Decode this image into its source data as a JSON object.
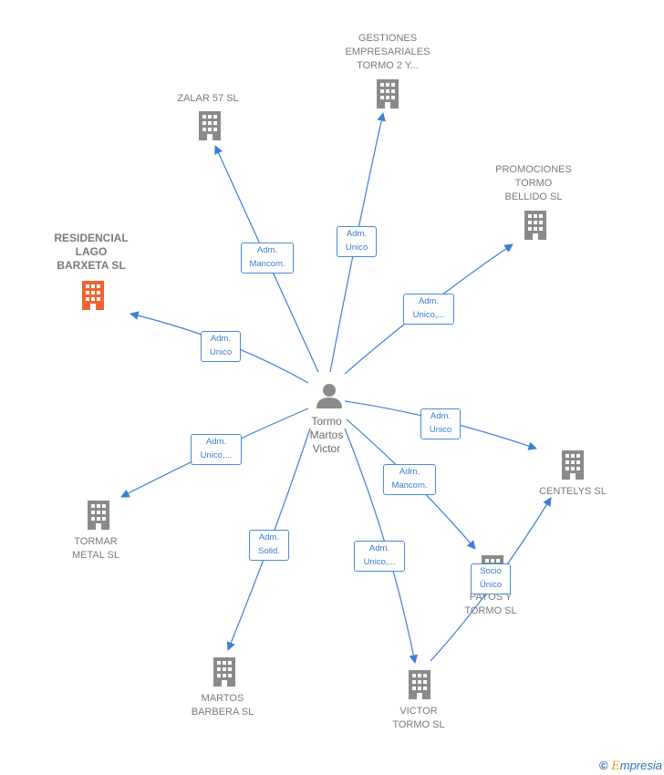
{
  "nodes": {
    "center": {
      "label": "Tormo\nMartos\nVictor",
      "icon": "person-icon"
    },
    "gestiones": {
      "label": "GESTIONES\nEMPRESARIALES\nTORMO 2 Y...",
      "icon": "building-icon"
    },
    "zalar": {
      "label": "ZALAR 57  SL",
      "icon": "building-icon"
    },
    "promociones": {
      "label": "PROMOCIONES\nTORMO\nBELLIDO  SL",
      "icon": "building-icon"
    },
    "residencial": {
      "label": "RESIDENCIAL\nLAGO\nBARXETA  SL",
      "icon": "building-icon",
      "highlight": true
    },
    "centelys": {
      "label": "CENTELYS  SL",
      "icon": "building-icon"
    },
    "tormar": {
      "label": "TORMAR\nMETAL  SL",
      "icon": "building-icon"
    },
    "payos": {
      "label": "PAYOS Y\nTORMO  SL",
      "icon": "building-icon"
    },
    "martos": {
      "label": "MARTOS\nBARBERA  SL",
      "icon": "building-icon"
    },
    "victor": {
      "label": "VICTOR\nTORMO SL",
      "icon": "building-icon"
    }
  },
  "edges": {
    "zalar": "Adm.\nMancom.",
    "gestiones": "Adm.\nUnico",
    "promociones": "Adm.\nUnico,...",
    "residencial": "Adm.\nUnico",
    "centelys": "Adm.\nUnico",
    "tormar": "Adm.\nUnico,...",
    "payos": "Adm.\nMancom.",
    "martos": "Adm.\nSolid.",
    "victor": "Adm.\nUnico,...",
    "victor_centelys": "Socio\nÚnico"
  },
  "colors": {
    "edge": "#3c7fd4",
    "building": "#8a8a8a",
    "highlight": "#f2632f",
    "person": "#8a8a8a"
  },
  "watermark": {
    "symbol": "©",
    "brand_first": "E",
    "brand_rest": "mpresia"
  }
}
